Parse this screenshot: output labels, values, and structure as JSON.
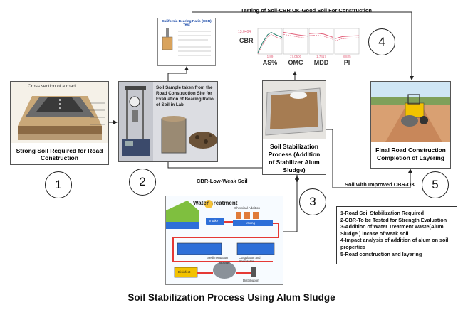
{
  "title": "Soil Stabilization Process Using Alum Sludge",
  "top_flow_label": "Testing of Soil-CBR OK-Good Soil For Construction",
  "weak_flow_label": "CBR-Low-Weak Soil",
  "improved_flow_label": "Soil with Improved CBR-OK",
  "step_numbers": [
    "1",
    "2",
    "3",
    "4",
    "5"
  ],
  "panels": {
    "road": {
      "caption": "Strong Soil Required for Road Construction",
      "inset_label": "Cross section of a road"
    },
    "lab": {
      "caption_line": "Soil Sample taken from the Road Construction Site for Evaluation of Bearing Ratio of Soil in Lab"
    },
    "cbr_sheet": {
      "title": "California Bearing Ratio (CBR) Test"
    },
    "graph": {
      "ylabel": "CBR",
      "top_value": "13.0404",
      "panels": [
        {
          "name": "AS%",
          "value": "1.89"
        },
        {
          "name": "OMC",
          "value": "17.0500"
        },
        {
          "name": "MDD",
          "value": "1.7417"
        },
        {
          "name": "PI",
          "value": "8.825"
        }
      ]
    },
    "stabilization": {
      "caption": "Soil Stabilization Process (Addition of Stabilizer Alum Sludge)"
    },
    "final": {
      "caption": "Final Road Construction Completion of Layering"
    },
    "water": {
      "title": "Water Treatment",
      "labels": {
        "chemical": "Chemical Addition",
        "intake": "Intake",
        "mixing": "Mixing",
        "sedimentation": "Sedimentation",
        "coagulation": "Coagulation and Flocculation",
        "storage": "Storage",
        "disinfect": "Disinfect",
        "distribution": "Distribution"
      }
    }
  },
  "legend": [
    "1-Road Soil Stabilization Required",
    "2-CBR-To be Tested for Strength Evaluation",
    "3-Addition of Water Treatment waste(Alum Sludge ) incase of weak soil",
    "4-Impact analysis of addition of alum on soil properties",
    "5-Road construction and layering"
  ],
  "colors": {
    "road_asphalt": "#3a3a3a",
    "soil": "#a67c52",
    "graph_line": "#e2607a",
    "water_blue": "#2e6fd8",
    "flow_red": "#e53935",
    "tank_yellow": "#f2c200",
    "sky_green": "#7fbf3f"
  }
}
